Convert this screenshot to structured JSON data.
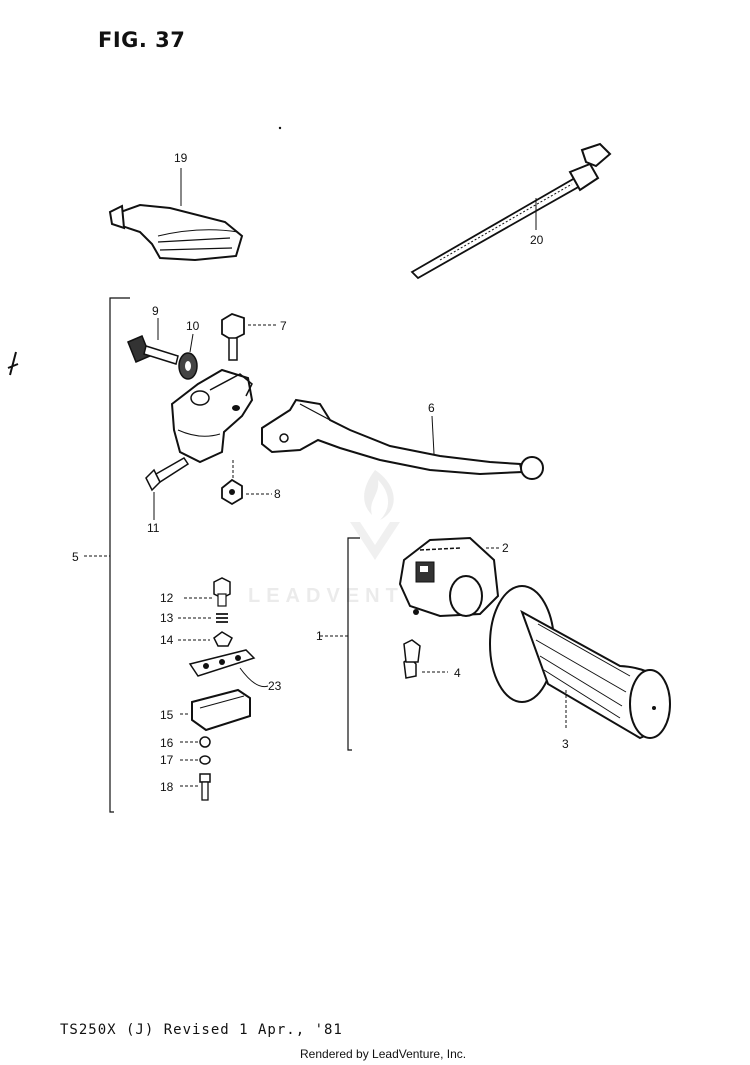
{
  "figure": {
    "title": "FIG. 37",
    "footer_model": "TS250X (J)   Revised 1 Apr., '81",
    "footer_credit": "Rendered by LeadVenture, Inc."
  },
  "watermark": {
    "text": "LEADVENTURE"
  },
  "callouts": [
    {
      "id": "c1",
      "label": "1"
    },
    {
      "id": "c2",
      "label": "2"
    },
    {
      "id": "c3",
      "label": "3"
    },
    {
      "id": "c4",
      "label": "4"
    },
    {
      "id": "c5",
      "label": "5"
    },
    {
      "id": "c6",
      "label": "6"
    },
    {
      "id": "c7",
      "label": "7"
    },
    {
      "id": "c8",
      "label": "8"
    },
    {
      "id": "c9",
      "label": "9"
    },
    {
      "id": "c10",
      "label": "10"
    },
    {
      "id": "c11",
      "label": "11"
    },
    {
      "id": "c12",
      "label": "12"
    },
    {
      "id": "c13",
      "label": "13"
    },
    {
      "id": "c14",
      "label": "14"
    },
    {
      "id": "c15",
      "label": "15"
    },
    {
      "id": "c16",
      "label": "16"
    },
    {
      "id": "c17",
      "label": "17"
    },
    {
      "id": "c18",
      "label": "18"
    },
    {
      "id": "c19",
      "label": "19"
    },
    {
      "id": "c20",
      "label": "20"
    },
    {
      "id": "c23",
      "label": "23"
    }
  ]
}
